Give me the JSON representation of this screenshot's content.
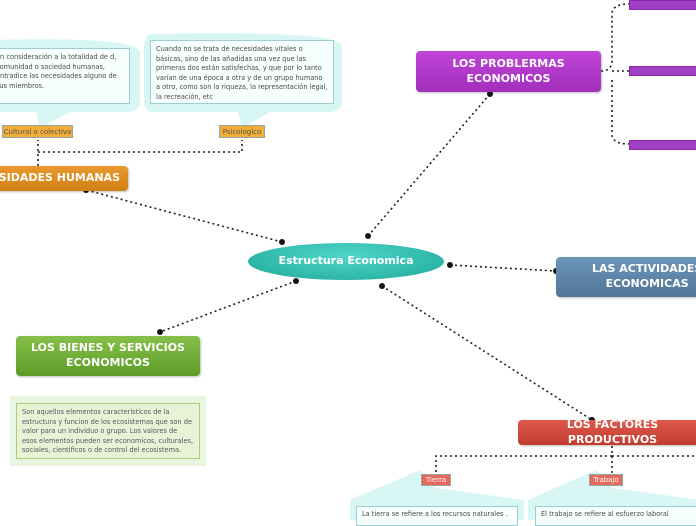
{
  "central": {
    "label": "Estructura Economica"
  },
  "topics": {
    "problemas": "LOS PROBLERMAS\nECONOMICOS",
    "necesidades": "ESIDADES HUMANAS",
    "actividades": "LAS ACTIVIDADES\nECONOMICAS",
    "bienes": "LOS BIENES Y SERVICIOS\nECONOMICOS",
    "factores": "LOS FACTORES PRODUCTIVOS"
  },
  "subtopics": {
    "cultural": "Cultural o colectiva",
    "psicologico": "Psicologico",
    "tierra": "Tierra",
    "trabajo": "Trabajo"
  },
  "notes": {
    "cultural": "en consideración a la totalidad de d, comunidad o sociedad humanas, ontradice las necesidades alguno de sus miembros.",
    "psicologico": "Cuando no se trata de necesidades vitales o básicas, sino de las añadidas una vez que las primeras dos están satisfechas, y que por lo tanto varían de una época a otra y de un grupo humano a otro, como son la riqueza, la representación legal, la recreación, etc",
    "bienes": "Son aquellos elementos característicos de la estructura y funcion de los ecosistemas que son de valor para un individuo o grupo. Los valores de esos elementos pueden ser economicos, culturales, sociales, cientificos o de control del ecosistema.",
    "tierra": "La tierra se refiere a los recursos naturales .",
    "trabajo": "El trabajo se refiere al esfuerzo laboral"
  },
  "colors": {
    "central": "#2fbfb0",
    "problemas": "#b23bcc",
    "necesidades": "#e08a1e",
    "actividades": "#5f86a8",
    "bienes": "#74ae38",
    "factores": "#d24a3e",
    "note_fill": "#d8f6f3"
  }
}
